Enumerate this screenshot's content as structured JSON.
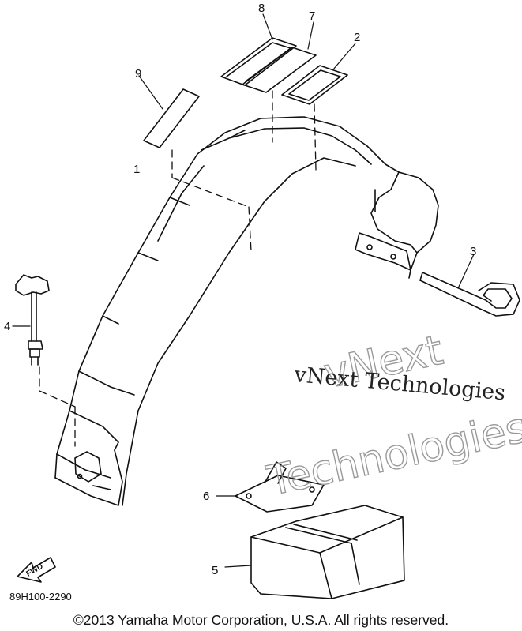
{
  "callouts": {
    "c1": "1",
    "c2": "2",
    "c3": "3",
    "c4": "4",
    "c5": "5",
    "c6": "6",
    "c7": "7",
    "c8": "8",
    "c9": "9"
  },
  "direction_label": "FWD",
  "part_code": "89H100-2290",
  "watermark": {
    "line1": "vNext",
    "line2": "vNext Technologies",
    "line3": "Technologies"
  },
  "copyright": "©2013 Yamaha Motor Corporation, U.S.A. All rights reserved.",
  "colors": {
    "ink": "#111111",
    "watermark_outline": "#9a9a9a",
    "background": "#ffffff"
  }
}
